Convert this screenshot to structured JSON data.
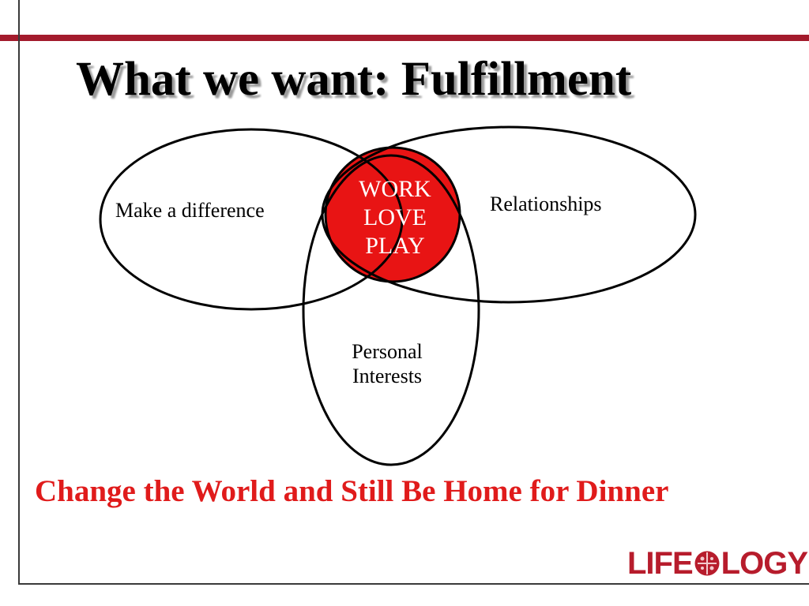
{
  "slide": {
    "title": "What we want: Fulfillment",
    "tagline": "Change the World and Still Be Home for Dinner"
  },
  "diagram": {
    "circles": {
      "left": "Make a difference",
      "right": "Relationships",
      "bottom_line1": "Personal",
      "bottom_line2": "Interests"
    },
    "center": {
      "line1": "WORK",
      "line2": "LOVE",
      "line3": "PLAY"
    }
  },
  "logo": {
    "left_text": "LIFE",
    "right_text": "LOGY",
    "mark_icon": "puzzle-globe-icon"
  },
  "colors": {
    "accent_bar": "#a31b2c",
    "center_fill": "#e81414",
    "tagline": "#e01b1b",
    "logo": "#b71c2c"
  }
}
